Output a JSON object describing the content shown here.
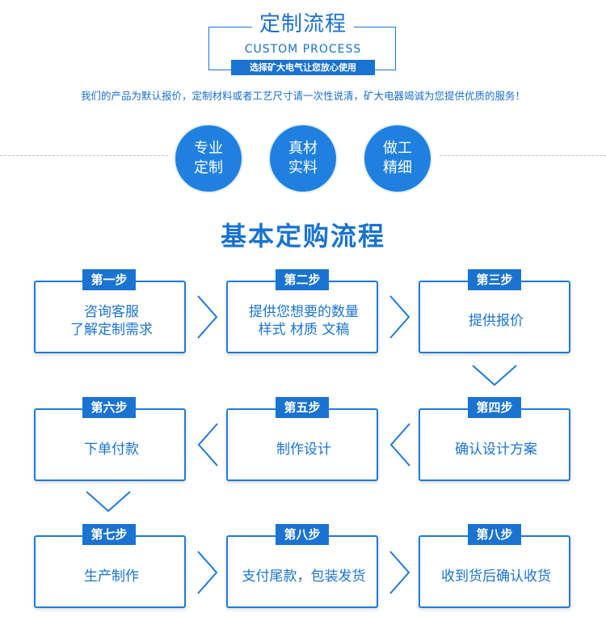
{
  "header": {
    "title": "定制流程",
    "subtitle": "CUSTOM PROCESS",
    "bar_text": "选择矿大电气让您放心使用"
  },
  "notice": "我们的产品为默认报价，定制材料或者工艺尺寸请一次性说清，矿大电器竭诚为您提供优质的服务！",
  "features": [
    {
      "line1": "专业",
      "line2": "定制"
    },
    {
      "line1": "真材",
      "line2": "实料"
    },
    {
      "line1": "做工",
      "line2": "精细"
    }
  ],
  "main_title": "基本定购流程",
  "steps": [
    {
      "tag": "第一步",
      "line1": "咨询客服",
      "line2": "了解定制需求"
    },
    {
      "tag": "第二步",
      "line1": "提供您想要的数量",
      "line2": "样式 材质 文稿"
    },
    {
      "tag": "第三步",
      "line1": "提供报价",
      "line2": ""
    },
    {
      "tag": "第四步",
      "line1": "确认设计方案",
      "line2": ""
    },
    {
      "tag": "第五步",
      "line1": "制作设计",
      "line2": ""
    },
    {
      "tag": "第六步",
      "line1": "下单付款",
      "line2": ""
    },
    {
      "tag": "第七步",
      "line1": "生产制作",
      "line2": ""
    },
    {
      "tag": "第八步",
      "line1": "支付尾款，包装发货",
      "line2": ""
    },
    {
      "tag": "第八步",
      "line1": "收到货后确认收货",
      "line2": ""
    }
  ],
  "colors": {
    "primary": "#1a73d0",
    "circle": "#1f80e0",
    "divider": "#b7c4d3"
  }
}
